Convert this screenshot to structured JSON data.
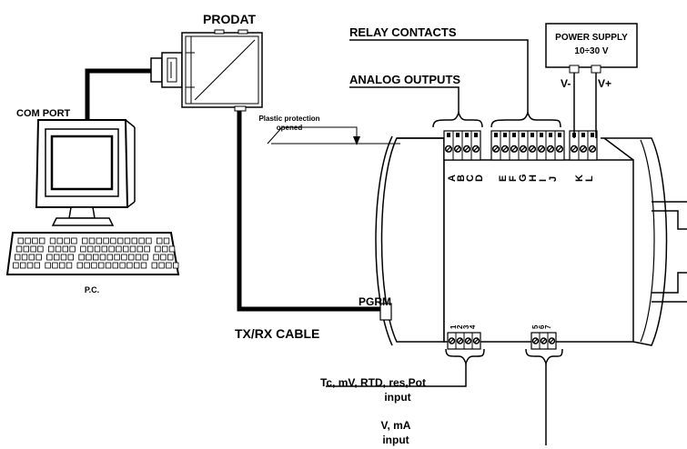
{
  "labels": {
    "prodat": "PRODAT",
    "relay_contacts": "RELAY CONTACTS",
    "power_supply_line1": "POWER SUPPLY",
    "power_supply_line2": "10÷30 V",
    "analog_outputs": "ANALOG OUTPUTS",
    "v_minus": "V-",
    "v_plus": "V+",
    "com_port": "COM PORT",
    "plastic_protection_line1": "Plastic protection",
    "plastic_protection_line2": "opened",
    "pgrm": "PGRM",
    "tx_rx_cable": "TX/RX CABLE",
    "pc": "P.C.",
    "input1_line1": "Tc, mV, RTD, res,Pot",
    "input1_line2": "input",
    "input2_line1": "V, mA",
    "input2_line2": "input"
  },
  "terminals": {
    "top": [
      "A",
      "B",
      "C",
      "D",
      "E",
      "F",
      "G",
      "H",
      "I",
      "J",
      "K",
      "L"
    ],
    "bottom_left": [
      "1",
      "2",
      "3",
      "4"
    ],
    "bottom_right": [
      "5",
      "6",
      "7"
    ]
  },
  "icons": [
    "computer-icon",
    "keyboard-icon",
    "prodat-device-icon",
    "din-rail-module-icon",
    "terminal-block-icon"
  ]
}
